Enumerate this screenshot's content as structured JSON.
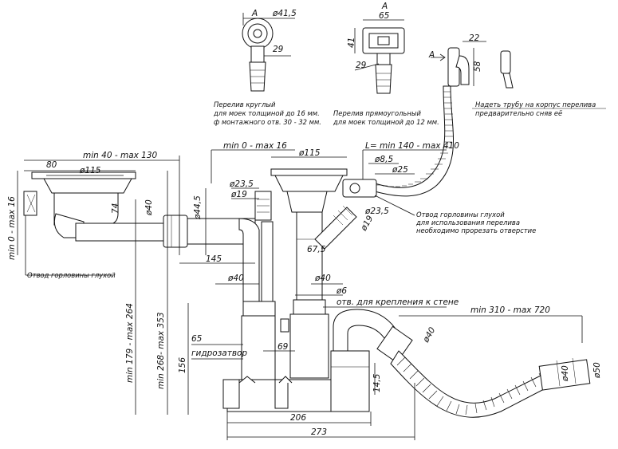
{
  "labels": {
    "A_round": "A",
    "d41_5": "ø41,5",
    "n29_round": "29",
    "A_rect": "A",
    "n65_top": "65",
    "n41": "41",
    "n29_rect": "29",
    "n22": "22",
    "A_arrow": "A",
    "n58": "58",
    "note_round_1": "Перелив круглый",
    "note_round_2": "для моек толщиной до 16 мм.",
    "note_round_3": "ф монтажного отв. 30 - 32 мм.",
    "note_rect_1": "Перелив прямоугольный",
    "note_rect_2": "для моек толщиной до 12 мм.",
    "note_tube_1": "Надеть трубу на корпус перелива",
    "note_tube_2": "предварительно сняв её",
    "n80": "80",
    "minmax_40_130": "min 40 - max 130",
    "d115_left": "ø115",
    "minmax_0_16_top": "min 0 - max 16",
    "d115_mid": "ø115",
    "minmax_140_410": "L= min 140 - max 410",
    "d8_5": "ø8,5",
    "d25": "ø25",
    "d23_5_left": "ø23,5",
    "d19": "ø19",
    "d23_5_right": "ø23,5",
    "n74": "74",
    "d40_left": "ø40",
    "d44_5": "ø44,5",
    "d19_slant": "ø19",
    "outlet_note_1": "Отвод горловины глухой",
    "outlet_note_2": "для использования перелива",
    "outlet_note_3": "необходимо прорезать отверстие",
    "minmax_0_16_left": "min 0 - max 16",
    "n145": "145",
    "n67_5": "67,5",
    "blind_outlet": "Отвод горловины глухой",
    "d40_mid1": "ø40",
    "d40_mid2": "ø40",
    "d6": "ø6",
    "wall_mount": "отв. для крепления к стене",
    "minmax_310_720": "min 310 - max 720",
    "minmax_179_264": "min 179 - max 264",
    "minmax_268_353": "min 268- max 353",
    "n156": "156",
    "n65_bottom": "65",
    "hydroseal": "гидрозатвор",
    "n69": "69",
    "d40_right": "ø40",
    "n14_5": "14,5",
    "d40_end": "ø40",
    "d50": "ø50",
    "n206": "206",
    "n273": "273"
  }
}
